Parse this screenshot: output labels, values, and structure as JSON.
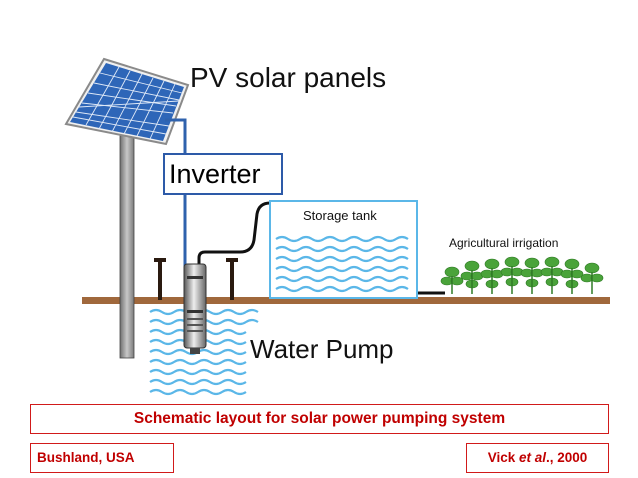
{
  "labels": {
    "pv_panels": "PV solar panels",
    "inverter": "Inverter",
    "storage_tank": "Storage tank",
    "irrigation": "Agricultural irrigation",
    "water_pump": "Water Pump"
  },
  "caption": "Schematic layout for solar power pumping system",
  "location": "Bushland, USA",
  "citation": {
    "author": "Vick ",
    "etal": "et al",
    "year": "., 2000"
  },
  "colors": {
    "panel": "#2e66b8",
    "wire": "#2f62ad",
    "pipe": "#111111",
    "water": "#5bb7e8",
    "ground": "#a0683c",
    "pole": "#888888",
    "plants": "#4aa33a",
    "caption_border": "#d11a1a",
    "caption_text": "#c00000"
  }
}
